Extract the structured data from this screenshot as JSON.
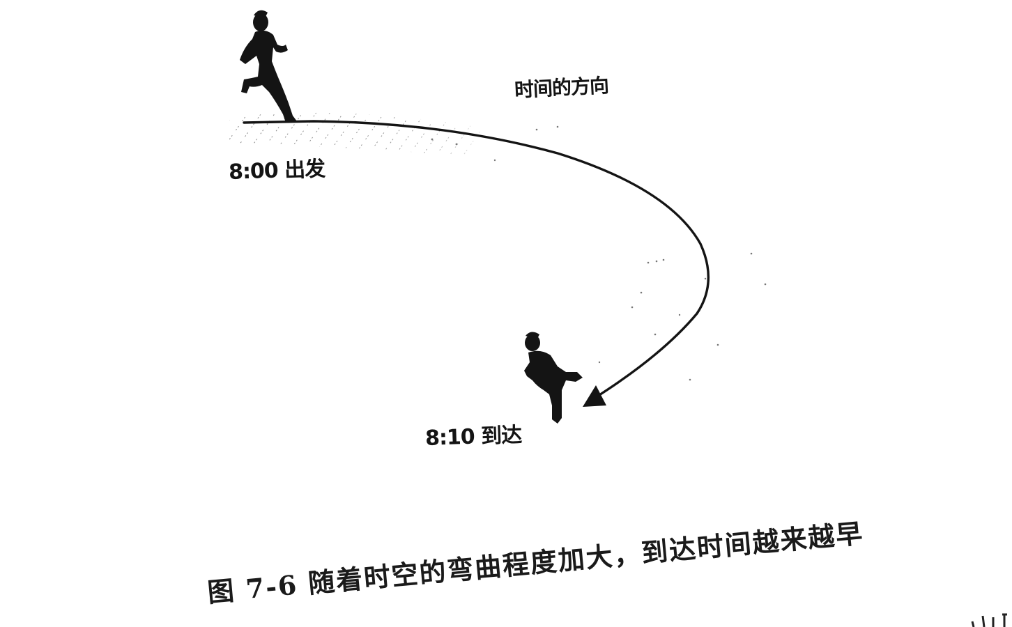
{
  "labels": {
    "direction": "时间的方向",
    "depart": "8:00 出发",
    "arrive": "8:10 到达"
  },
  "caption": "图 7-6 随着时空的弯曲程度加大，到达时间越来越早",
  "colors": {
    "ink": "#141414",
    "paper": "#ffffff",
    "hatch": "#555555"
  },
  "icons": {
    "departing_runner": "runner-silhouette-icon",
    "arriving_runner": "runner-silhouette-icon"
  }
}
